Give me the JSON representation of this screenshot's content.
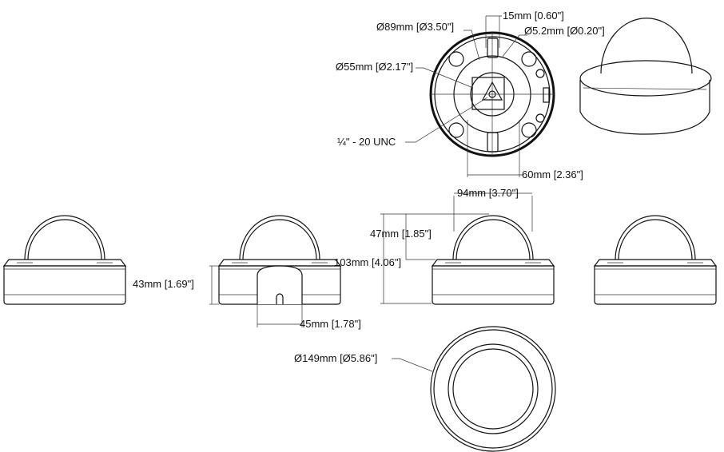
{
  "title": "Dome camera dimension drawing",
  "dimensions": {
    "mount_circle": "Ø89mm [Ø3.50\"]",
    "slot_width": "15mm [0.60\"]",
    "hole_diameter": "Ø5.2mm [Ø0.20\"]",
    "inner_circle": "Ø55mm [Ø2.17\"]",
    "thread": "¼\" - 20 UNC",
    "hole_spacing": "60mm [2.36\"]",
    "dome_width": "94mm [3.70\"]",
    "dome_height": "47mm [1.85\"]",
    "total_height": "103mm [4.06\"]",
    "base_height": "43mm [1.69\"]",
    "conduit_width": "45mm [1.78\"]",
    "outer_diameter": "Ø149mm [Ø5.86\"]"
  }
}
